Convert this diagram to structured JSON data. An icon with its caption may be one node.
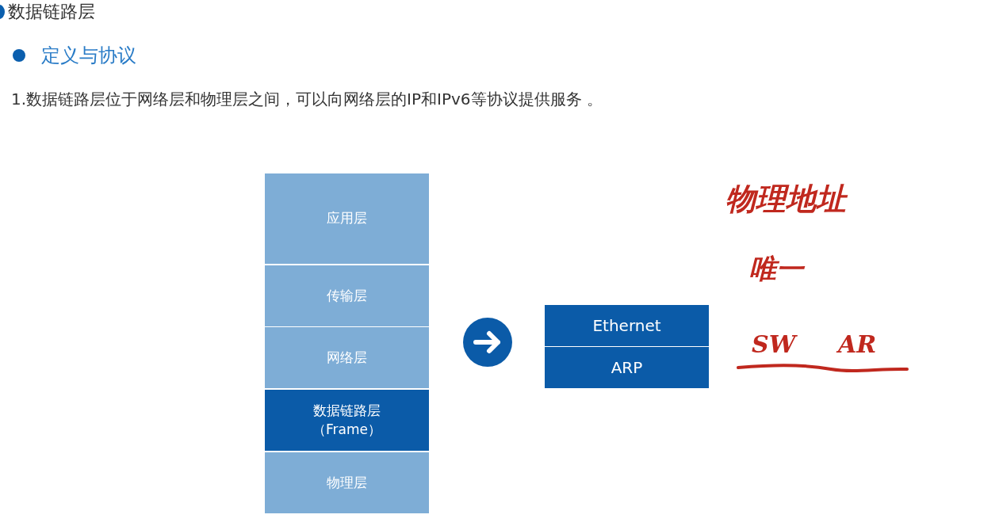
{
  "diagram": {
    "title": "数据链路层",
    "nodes": [
      {
        "text": [
          "应用层"
        ]
      },
      {
        "text": [
          "传输层"
        ]
      },
      {
        "text": [
          "网络层"
        ]
      },
      {
        "text": [
          "数据链路层",
          "（Frame）"
        ]
      },
      {
        "text": [
          "物理层"
        ]
      },
      {
        "text": [],
        "shape": "circle"
      },
      {
        "text": [
          "Ethernet"
        ]
      },
      {
        "text": [
          "ARP"
        ]
      }
    ],
    "edges": [],
    "labels": [
      "定义与协议",
      "1.数据链路层位于网络层和物理层之间，可以向网络层的IP和IPv6等协议提供服务 。",
      "物理地址",
      "唯一",
      "SW",
      "AR"
    ]
  }
}
